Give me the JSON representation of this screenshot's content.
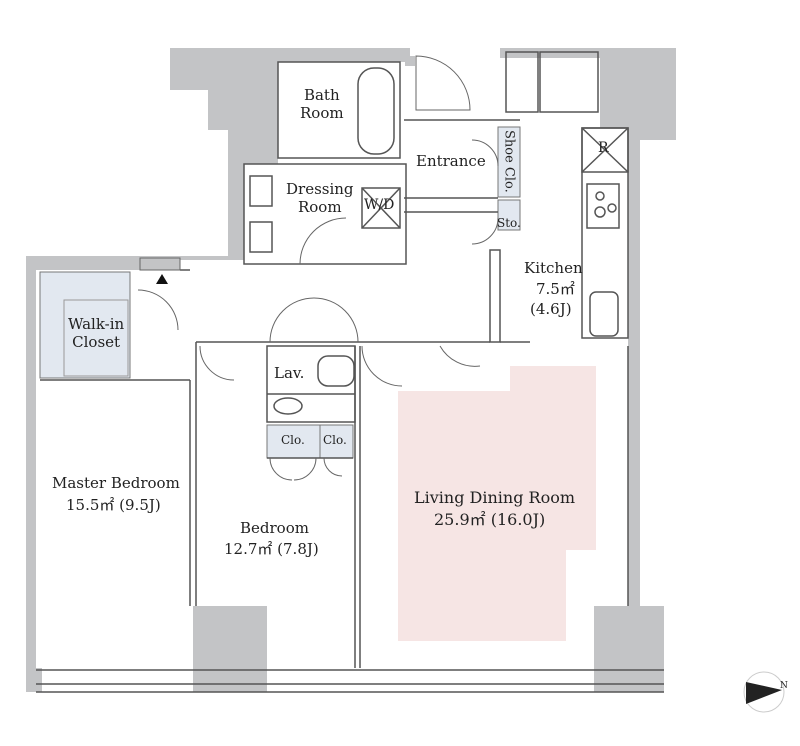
{
  "colors": {
    "wall": "#c3c4c6",
    "line": "#555555",
    "closet_fill": "#e2e8f0",
    "ldk_fill": "#f6e5e4"
  },
  "icons": {
    "compass": "north-arrow-icon",
    "entry_marker": "entrance-marker-icon"
  },
  "rooms": {
    "bath": {
      "name": "Bath\nRoom"
    },
    "dressing": {
      "name": "Dressing\nRoom"
    },
    "wd": {
      "name": "W/D"
    },
    "entrance": {
      "name": "Entrance"
    },
    "shoe_closet": {
      "name": "Shoe Clo."
    },
    "storage": {
      "name": "Sto."
    },
    "fridge": {
      "name": "R"
    },
    "kitchen": {
      "name": "Kitchen",
      "area_m2": "7.5㎡",
      "area_j": "(4.6J)"
    },
    "walk_in_closet": {
      "name": "Walk-in\nCloset"
    },
    "lavatory": {
      "name": "Lav."
    },
    "closet_1": {
      "name": "Clo."
    },
    "closet_2": {
      "name": "Clo."
    },
    "master_bedroom": {
      "name": "Master Bedroom",
      "area": "15.5㎡ (9.5J)"
    },
    "bedroom": {
      "name": "Bedroom",
      "area": "12.7㎡ (7.8J)"
    },
    "living": {
      "name": "Living Dining Room",
      "area": "25.9㎡ (16.0J)"
    }
  }
}
